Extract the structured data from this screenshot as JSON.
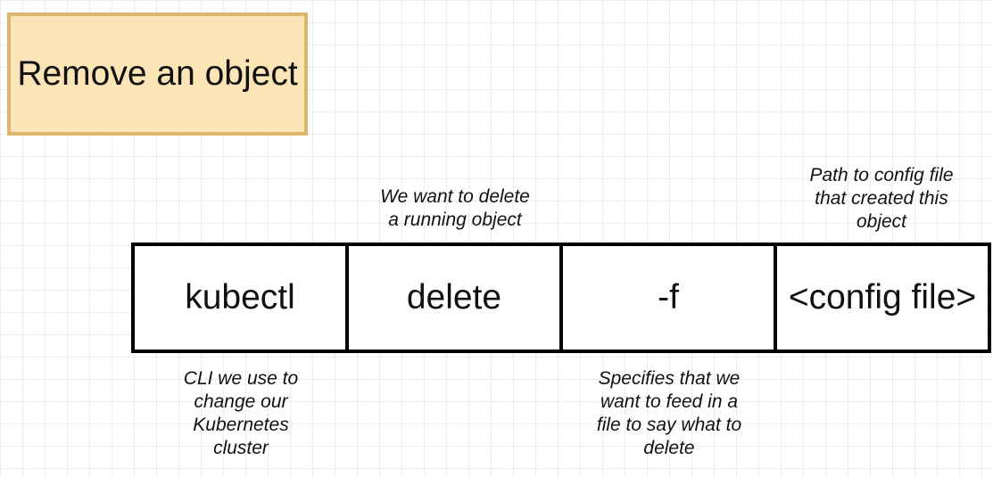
{
  "title": "Remove an object",
  "command": {
    "parts": [
      "kubectl",
      "delete",
      "-f",
      "<config file>"
    ]
  },
  "annotations": {
    "kubectl": "CLI we use to\nchange our\nKubernetes\ncluster",
    "delete": "We want to delete\na running object",
    "flag": "Specifies that we\nwant to feed in a\nfile to say what to\ndelete",
    "config_file": "Path to config file\nthat created this\nobject"
  },
  "colors": {
    "title_fill": "#fbe4b6",
    "title_border": "#dcb66c",
    "box_border": "#000000",
    "grid": "#ececec"
  }
}
